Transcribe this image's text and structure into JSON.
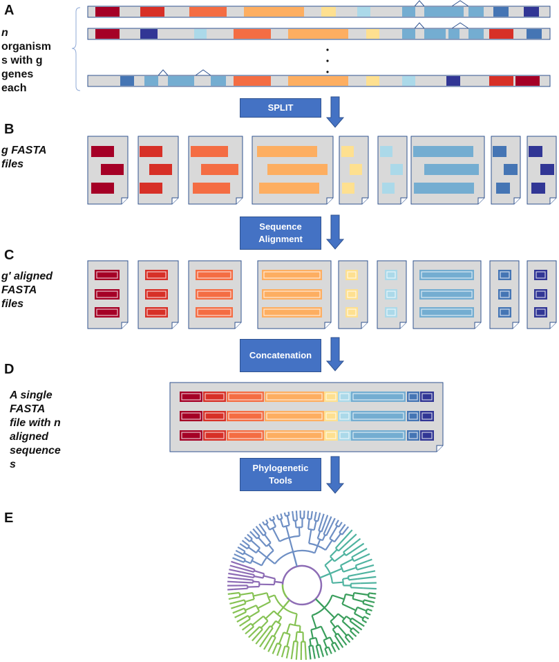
{
  "panels": {
    "a": {
      "letter": "A",
      "text_lines": [
        "n",
        "organism",
        "s with g",
        "genes",
        "each"
      ]
    },
    "b": {
      "letter": "B",
      "text_lines": [
        "g FASTA",
        "files"
      ]
    },
    "c": {
      "letter": "C",
      "text_lines": [
        "g' aligned",
        "FASTA",
        "files"
      ]
    },
    "d": {
      "letter": "D",
      "text_lines": [
        "A single",
        "FASTA",
        "file with n",
        "aligned",
        "sequence",
        "s"
      ]
    },
    "e": {
      "letter": "E"
    }
  },
  "steps": {
    "split": {
      "lines": [
        "SPLIT"
      ]
    },
    "align": {
      "lines": [
        "Sequence",
        "Alignment"
      ]
    },
    "concat": {
      "lines": [
        "Concatenation"
      ]
    },
    "phylo": {
      "lines": [
        "Phylogenetic",
        "Tools"
      ]
    }
  },
  "colors": {
    "step_box": "#4472c4",
    "genome_bg": "#d9d9d9",
    "file_bg": "#d9d9d9",
    "file_border": "#2f528f",
    "genes": [
      "#a50026",
      "#d73027",
      "#f46d43",
      "#fdae61",
      "#fee090",
      "#abd9e9",
      "#74add1",
      "#4575b4",
      "#313695"
    ],
    "tree_clades": [
      "#6e8fc4",
      "#4fb3a0",
      "#3a9e5c",
      "#86c254",
      "#8d6cb5"
    ]
  },
  "icons": [
    "down-arrow-icon",
    "ellipsis-dots-icon",
    "brace-icon",
    "phylogenetic-tree-icon"
  ]
}
